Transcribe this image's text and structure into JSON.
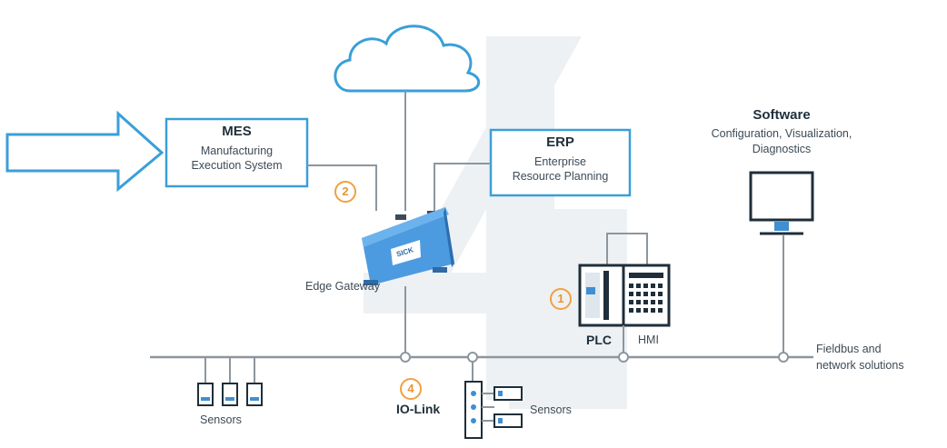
{
  "mes": {
    "title": "MES",
    "line1": "Manufacturing",
    "line2": "Execution System"
  },
  "erp": {
    "title": "ERP",
    "line1": "Enterprise",
    "line2": "Resource Planning"
  },
  "software": {
    "title": "Software",
    "line1": "Configuration, Visualization,",
    "line2": "Diagnostics"
  },
  "gateway": {
    "label": "Edge Gateway",
    "logo": "SICK"
  },
  "plc": {
    "label": "PLC"
  },
  "hmi": {
    "label": "HMI"
  },
  "fieldbus": {
    "line1": "Fieldbus and",
    "line2": "network solutions"
  },
  "sensors_left": {
    "label": "Sensors"
  },
  "sensors_right": {
    "label": "Sensors"
  },
  "iolink": {
    "label": "IO-Link"
  },
  "badges": {
    "one": "1",
    "two": "2",
    "four": "4"
  },
  "colors": {
    "accent": "#3a9fd8",
    "line": "#8c969e",
    "badge": "#f0a040",
    "device_blue": "#3f8fd2"
  }
}
